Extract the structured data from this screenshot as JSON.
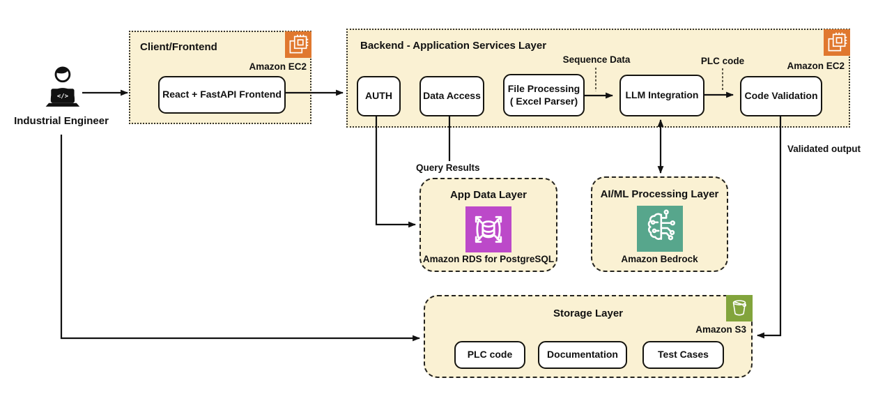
{
  "actor": {
    "label": "Industrial Engineer",
    "icon": "engineer-laptop-icon"
  },
  "groups": {
    "client": {
      "title": "Client/Frontend",
      "service_label": "Amazon EC2",
      "service_icon": "ec2-icon",
      "nodes": {
        "react": "React + FastAPI Frontend"
      }
    },
    "backend": {
      "title": "Backend - Application Services Layer",
      "service_label": "Amazon EC2",
      "service_icon": "ec2-icon",
      "nodes": {
        "auth": "AUTH",
        "data_access": "Data Access",
        "file_processing": "File Processing\n( Excel Parser)",
        "llm": "LLM Integration",
        "code_validation": "Code Validation"
      }
    },
    "app_data": {
      "title": "App Data Layer",
      "service_label": "Amazon RDS for PostgreSQL",
      "service_icon": "rds-icon"
    },
    "aiml": {
      "title": "AI/ML Processing Layer",
      "service_label": "Amazon Bedrock",
      "service_icon": "bedrock-icon"
    },
    "storage": {
      "title": "Storage Layer",
      "service_label": "Amazon S3",
      "service_icon": "s3-bucket-icon",
      "nodes": {
        "plc": "PLC code",
        "documentation": "Documentation",
        "test_cases": "Test Cases"
      }
    }
  },
  "edge_labels": {
    "sequence_data": "Sequence Data",
    "plc_code": "PLC code",
    "query_results": "Query Results",
    "validated_output": "Validated output"
  },
  "colors": {
    "ec2_orange": "#E0782F",
    "rds_magenta": "#BC49C9",
    "bedrock_teal": "#57A68C",
    "s3_green": "#82A43C",
    "panel_fill": "#FAF1D3"
  }
}
